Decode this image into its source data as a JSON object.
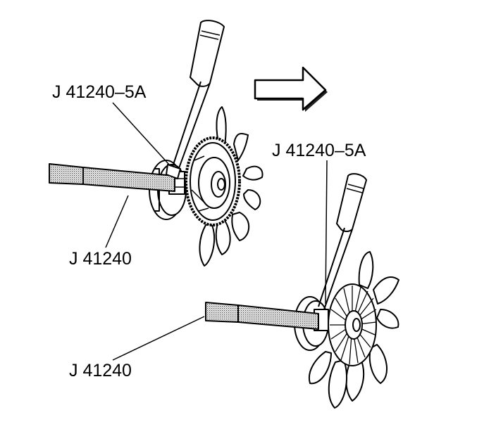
{
  "labels": {
    "step1_tool_a": "J 41240–5A",
    "step1_tool_b": "J 41240",
    "step2_tool_a": "J 41240–5A",
    "step2_tool_b": "J 41240"
  },
  "arrow": {
    "direction": "right"
  },
  "colors": {
    "line": "#000000",
    "background": "#ffffff",
    "stipple": "#444444"
  }
}
